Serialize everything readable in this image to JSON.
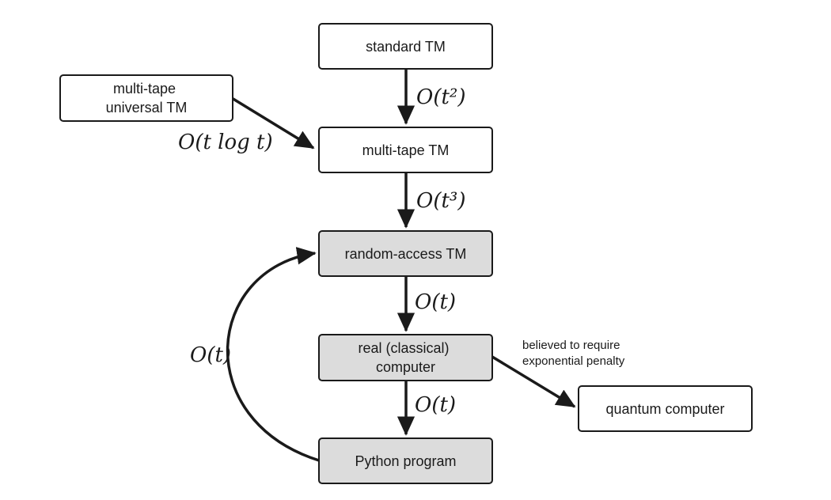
{
  "colors": {
    "plain_fill": "#ffffff",
    "shaded_fill": "#dcdcdc",
    "stroke": "#1a1a1a"
  },
  "nodes": {
    "standard_tm": {
      "lines": [
        "standard TM"
      ],
      "shaded": false
    },
    "multitape_universal_tm": {
      "lines": [
        "multi-tape",
        "universal TM"
      ],
      "shaded": false
    },
    "multitape_tm": {
      "lines": [
        "multi-tape TM"
      ],
      "shaded": false
    },
    "random_access_tm": {
      "lines": [
        "random-access TM"
      ],
      "shaded": true
    },
    "real_computer": {
      "lines": [
        "real (classical)",
        "computer"
      ],
      "shaded": true
    },
    "python_program": {
      "lines": [
        "Python program"
      ],
      "shaded": true
    },
    "quantum_computer": {
      "lines": [
        "quantum computer"
      ],
      "shaded": false
    }
  },
  "edges": {
    "standard_to_multitape": {
      "label": "O(t²)"
    },
    "universal_to_multitape": {
      "label": "O(t log t)"
    },
    "multitape_to_random_access": {
      "label": "O(t³)"
    },
    "random_access_to_real": {
      "label": "O(t)"
    },
    "real_to_python": {
      "label": "O(t)"
    },
    "python_to_random_access": {
      "label": "O(t)"
    },
    "real_to_quantum": {
      "note_lines": [
        "believed to require",
        "exponential penalty"
      ]
    }
  }
}
